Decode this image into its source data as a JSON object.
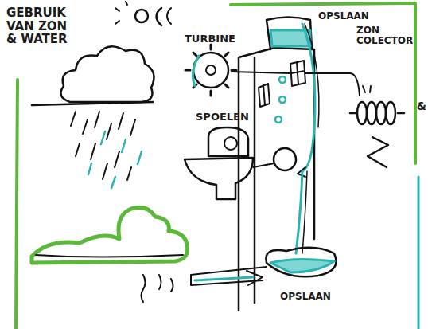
{
  "diagram": {
    "title": "GEBRUIK VAN ZON & WATER",
    "labels": [
      "TURBINE",
      "OPSLAAN",
      "ZON COLECTOR",
      "SPOELEN",
      "OPSLAAN",
      "&"
    ]
  }
}
